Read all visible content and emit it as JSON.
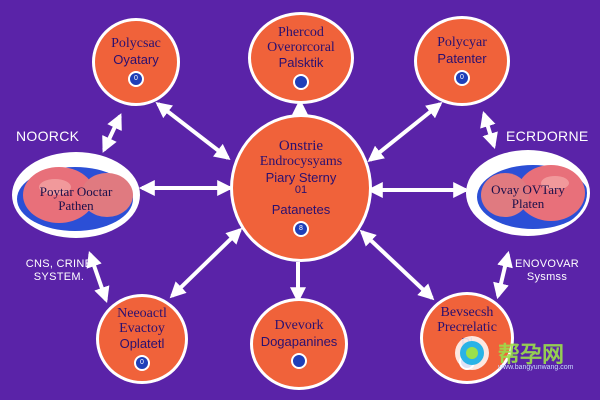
{
  "center": {
    "title": "Onstrie",
    "subtitle": "Endrocysyams",
    "line3": "Piary Sterny",
    "line4": "01",
    "bottom": "Patanetes",
    "badge": "8"
  },
  "top_left": {
    "line1": "Polycsac",
    "line2": "Oyatary",
    "badge": "0"
  },
  "top_center": {
    "line1": "Phercod",
    "line2": "Overorcoral",
    "line3": "Palsktik",
    "badge": ""
  },
  "top_right": {
    "line1": "Polycyar",
    "line2": "Patenter",
    "badge": "0"
  },
  "left_organ": {
    "label1": "Poytar Ooctar",
    "label2": "Pathen"
  },
  "right_organ": {
    "label1": "Ovay OVTary",
    "label2": "Platen"
  },
  "bottom_left": {
    "line1": "Neeoactl",
    "line2": "Evactoy",
    "line3": "Oplatetl",
    "badge": "0"
  },
  "bottom_center": {
    "line1": "Dvevork",
    "line2": "Dogapanines",
    "badge": ""
  },
  "bottom_right": {
    "line1": "Bevsecsh",
    "line2": "Precrelatic",
    "line3": "Pl",
    "badge": "0"
  },
  "side_labels": {
    "left_top": "NOORCK",
    "right_top": "ECRDORNE",
    "left_bottom_1": "CNS, CRINE",
    "left_bottom_2": "SYSTEM.",
    "right_bottom_1": "ENOVOVAR",
    "right_bottom_2": "Sysmss"
  },
  "watermark": {
    "text": "帮孕网",
    "sub": "www.bangyunwang.com"
  },
  "colors": {
    "background": "#5a23a8",
    "node_fill": "#f0623a",
    "node_border": "#ffffff",
    "arrow": "#ffffff",
    "organ_pink": "#e8707a",
    "organ_blue": "#2b4fd6"
  }
}
